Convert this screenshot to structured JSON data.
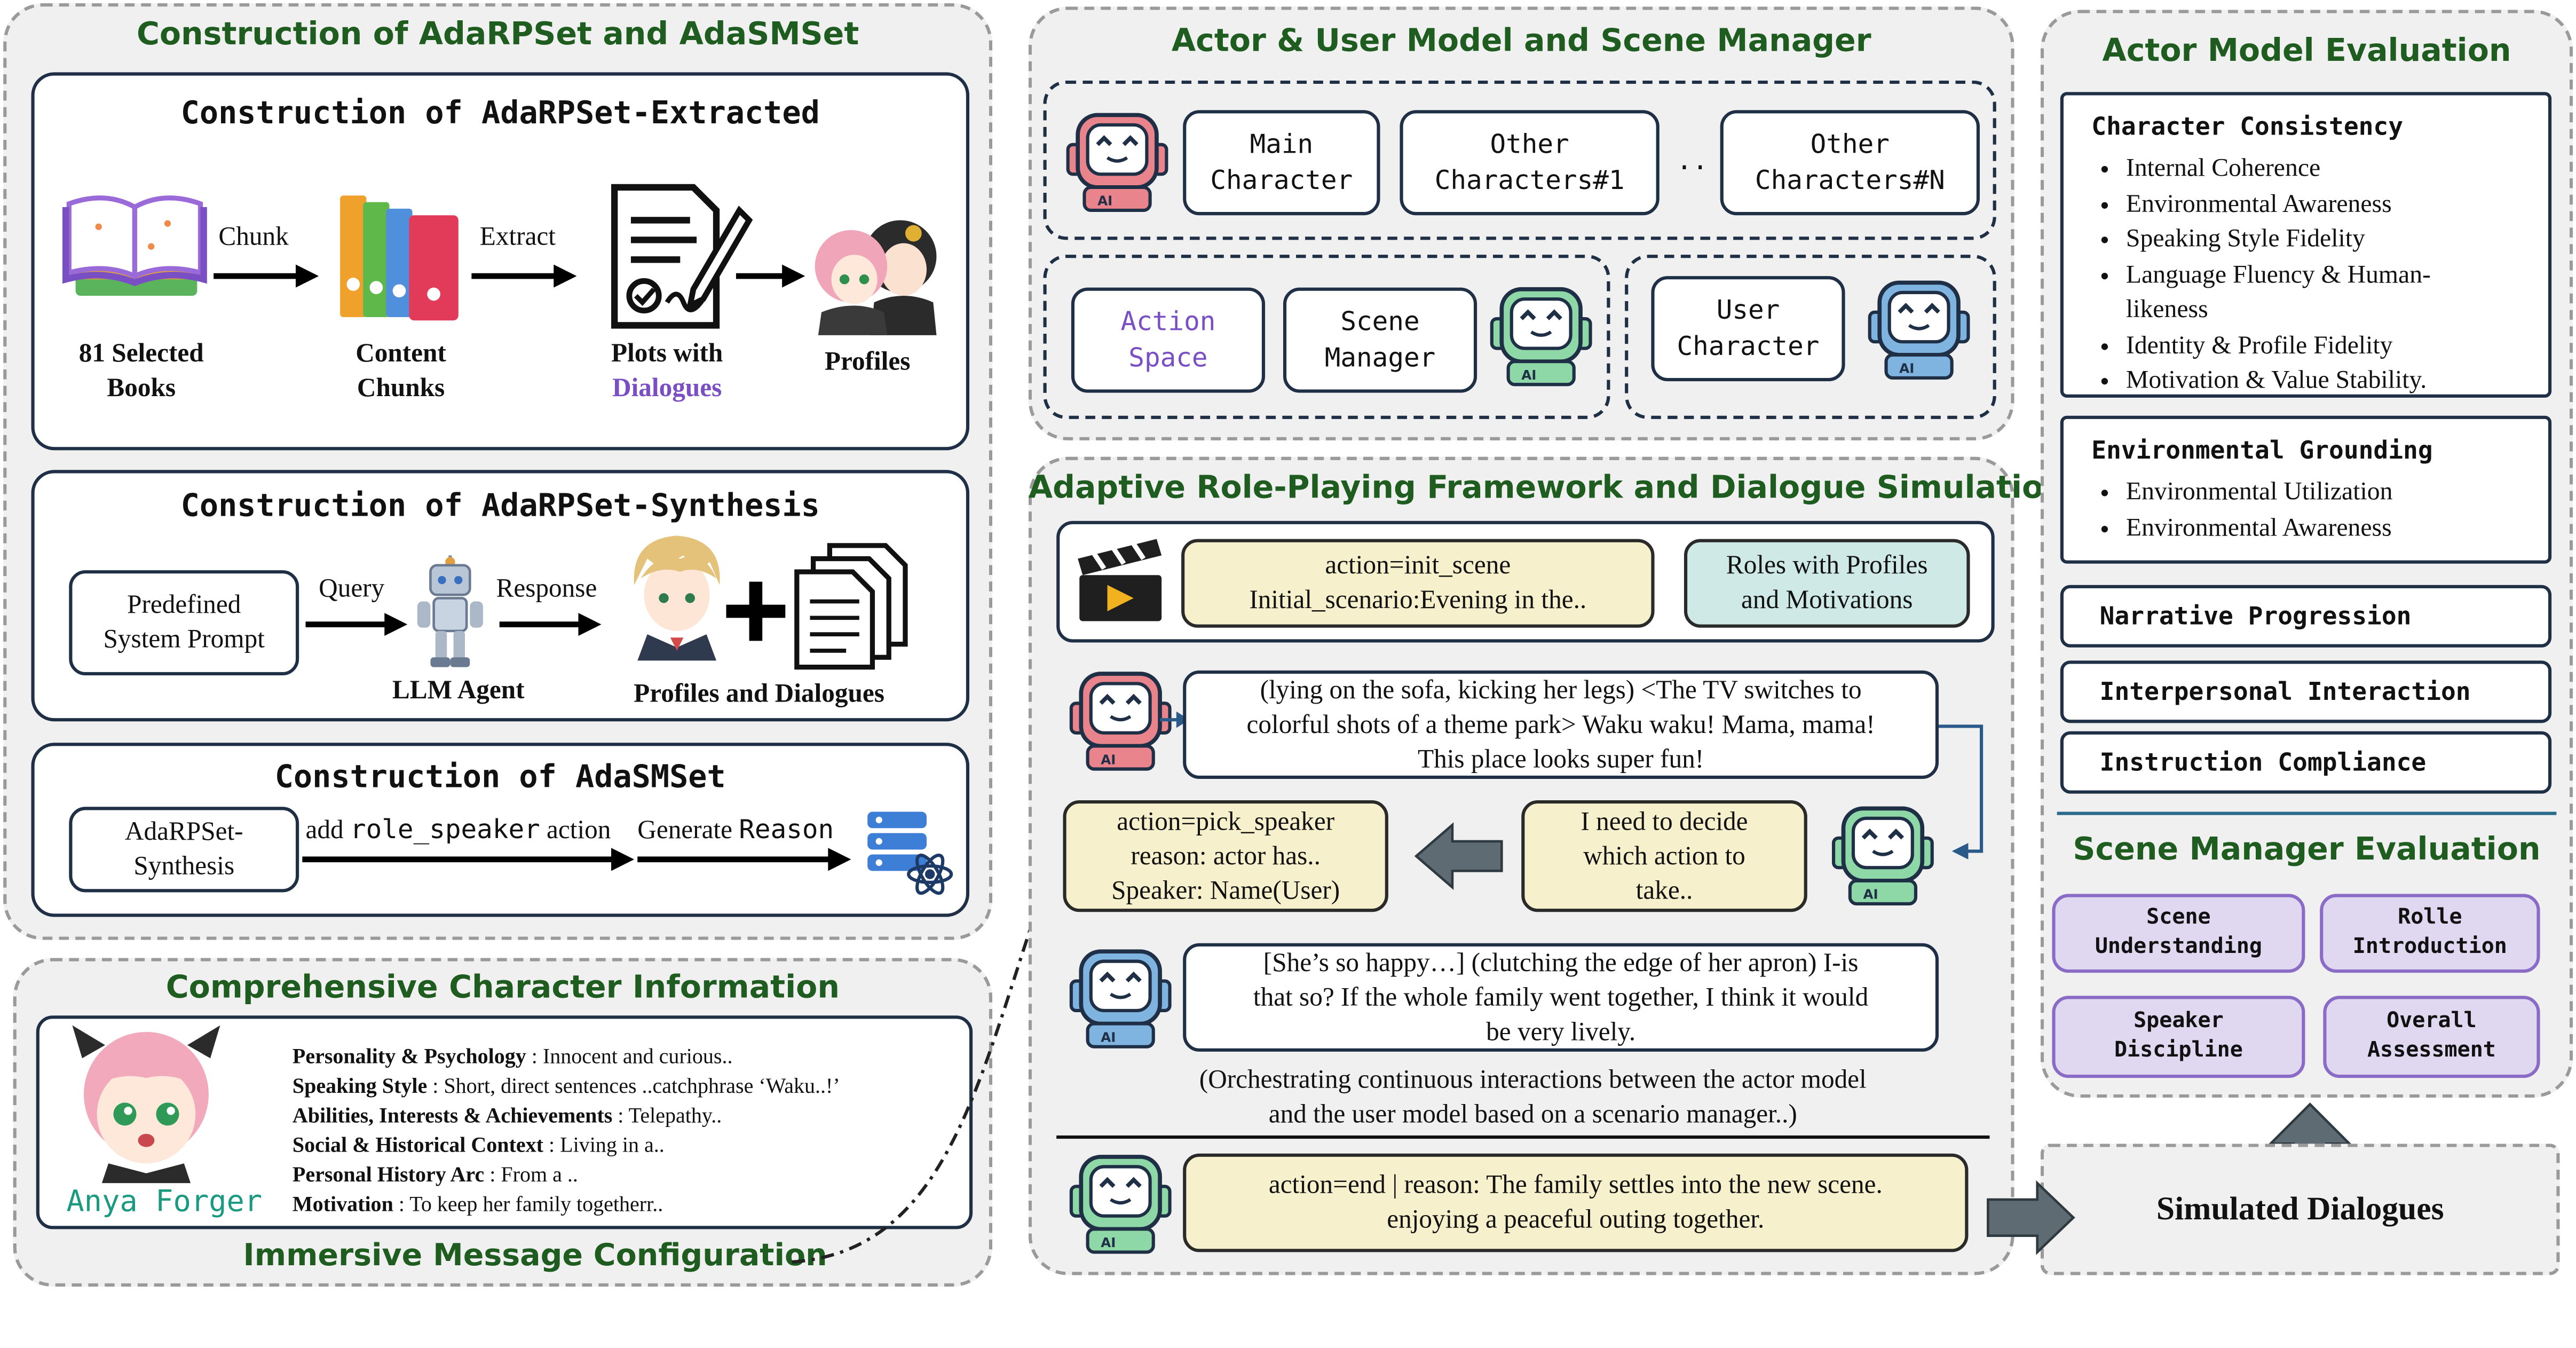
{
  "left": {
    "title": "Construction of AdaRPSet and AdaSMSet",
    "extracted": {
      "title": "Construction of AdaRPSet-Extracted",
      "books_label": [
        "81 Selected",
        "Books"
      ],
      "chunk_arrow": "Chunk",
      "chunks_label": [
        "Content",
        "Chunks"
      ],
      "extract_arrow": "Extract",
      "plots_label": [
        "Plots with"
      ],
      "plots_dialogues": "Dialogues",
      "profiles_label": "Profiles"
    },
    "synthesis": {
      "title": "Construction of AdaRPSet-Synthesis",
      "prompt_label": [
        "Predefined",
        "System Prompt"
      ],
      "query_arrow": "Query",
      "agent_label": "LLM Agent",
      "response_arrow": "Response",
      "output_label": "Profiles and Dialogues"
    },
    "smset": {
      "title": "Construction of AdaSMSet",
      "input_label": [
        "AdaRPSet-",
        "Synthesis"
      ],
      "add_prefix": "add",
      "add_code": "role_speaker",
      "add_suffix": "action",
      "gen_prefix": "Generate",
      "gen_code": "Reason"
    }
  },
  "character": {
    "title": "Comprehensive Character Information",
    "name": "Anya Forger",
    "rows": [
      {
        "k": "Personality & Psychology",
        "v": " : Innocent and curious.."
      },
      {
        "k": "Speaking Style",
        "v": " : Short, direct sentences ..catchphrase ‘Waku..!’"
      },
      {
        "k": "Abilities, Interests & Achievements",
        "v": " : Telepathy.."
      },
      {
        "k": "Social & Historical Context",
        "v": " : Living in a.."
      },
      {
        "k": "Personal History Arc",
        "v": " : From a .."
      },
      {
        "k": "Motivation",
        "v": " : To keep her family togetherr.."
      }
    ],
    "footer": "Immersive Message Configuration"
  },
  "models": {
    "title": "Actor & User Model and Scene Manager",
    "main_char": [
      "Main",
      "Character"
    ],
    "other1": [
      "Other",
      "Characters#1"
    ],
    "ellipsis": "..",
    "otherN": [
      "Other",
      "Characters#N"
    ],
    "action_space": [
      "Action",
      "Space"
    ],
    "scene_manager": [
      "Scene",
      "Manager"
    ],
    "user_char": [
      "User",
      "Character"
    ],
    "ai": "AI"
  },
  "framework": {
    "title": "Adaptive Role-Playing Framework  and Dialogue Simulation",
    "init": [
      "action=init_scene",
      "Initial_scenario:Evening in the.."
    ],
    "roles": [
      "Roles with Profiles",
      "and Motivations"
    ],
    "actor_msg": [
      "(lying on the sofa, kicking her legs) <The TV switches to",
      "colorful shots of a theme park> Waku waku! Mama, mama!",
      "This place looks super fun!"
    ],
    "pick": [
      "action=pick_speaker",
      "reason: actor has..",
      "Speaker: Name(User)"
    ],
    "decide": [
      "I need to decide",
      "which action to",
      "take.."
    ],
    "user_msg": [
      "[She’s so happy…] (clutching the edge of her apron) I-is",
      "that so? If the whole family went together, I think it would",
      "be very lively."
    ],
    "orchestrate": [
      "(Orchestrating continuous interactions between the actor model",
      "and the user model based on a scenario manager..)"
    ],
    "end": [
      "action=end | reason: The family settles into the new scene.",
      "enjoying a peaceful outing together."
    ]
  },
  "evaluation": {
    "actor_title": "Actor Model Evaluation",
    "consistency": {
      "title": "Character Consistency",
      "items": [
        "Internal Coherence",
        "Environmental Awareness",
        "Speaking Style Fidelity",
        "Language Fluency & Human-",
        "Identity & Profile Fidelity",
        "Motivation & Value Stability."
      ],
      "wrap": "likeness"
    },
    "grounding": {
      "title": "Environmental Grounding",
      "items": [
        "Environmental Utilization",
        "Environmental Awareness"
      ]
    },
    "narrative": "Narrative Progression",
    "interpersonal": "Interpersonal Interaction",
    "instruction": "Instruction Compliance",
    "scene_title": "Scene Manager Evaluation",
    "pills": [
      [
        "Scene",
        "Understanding"
      ],
      [
        "Rolle",
        "Introduction"
      ],
      [
        "Speaker",
        "Discipline"
      ],
      [
        "Overall",
        "Assessment"
      ]
    ],
    "simulated": "Simulated Dialogues"
  },
  "colors": {
    "section_green": "#1f5c1f",
    "purple_accent": "#7a4fc4",
    "robot_red": "#e9848c",
    "robot_green": "#8ed8a8",
    "robot_blue": "#7fb3e0"
  }
}
